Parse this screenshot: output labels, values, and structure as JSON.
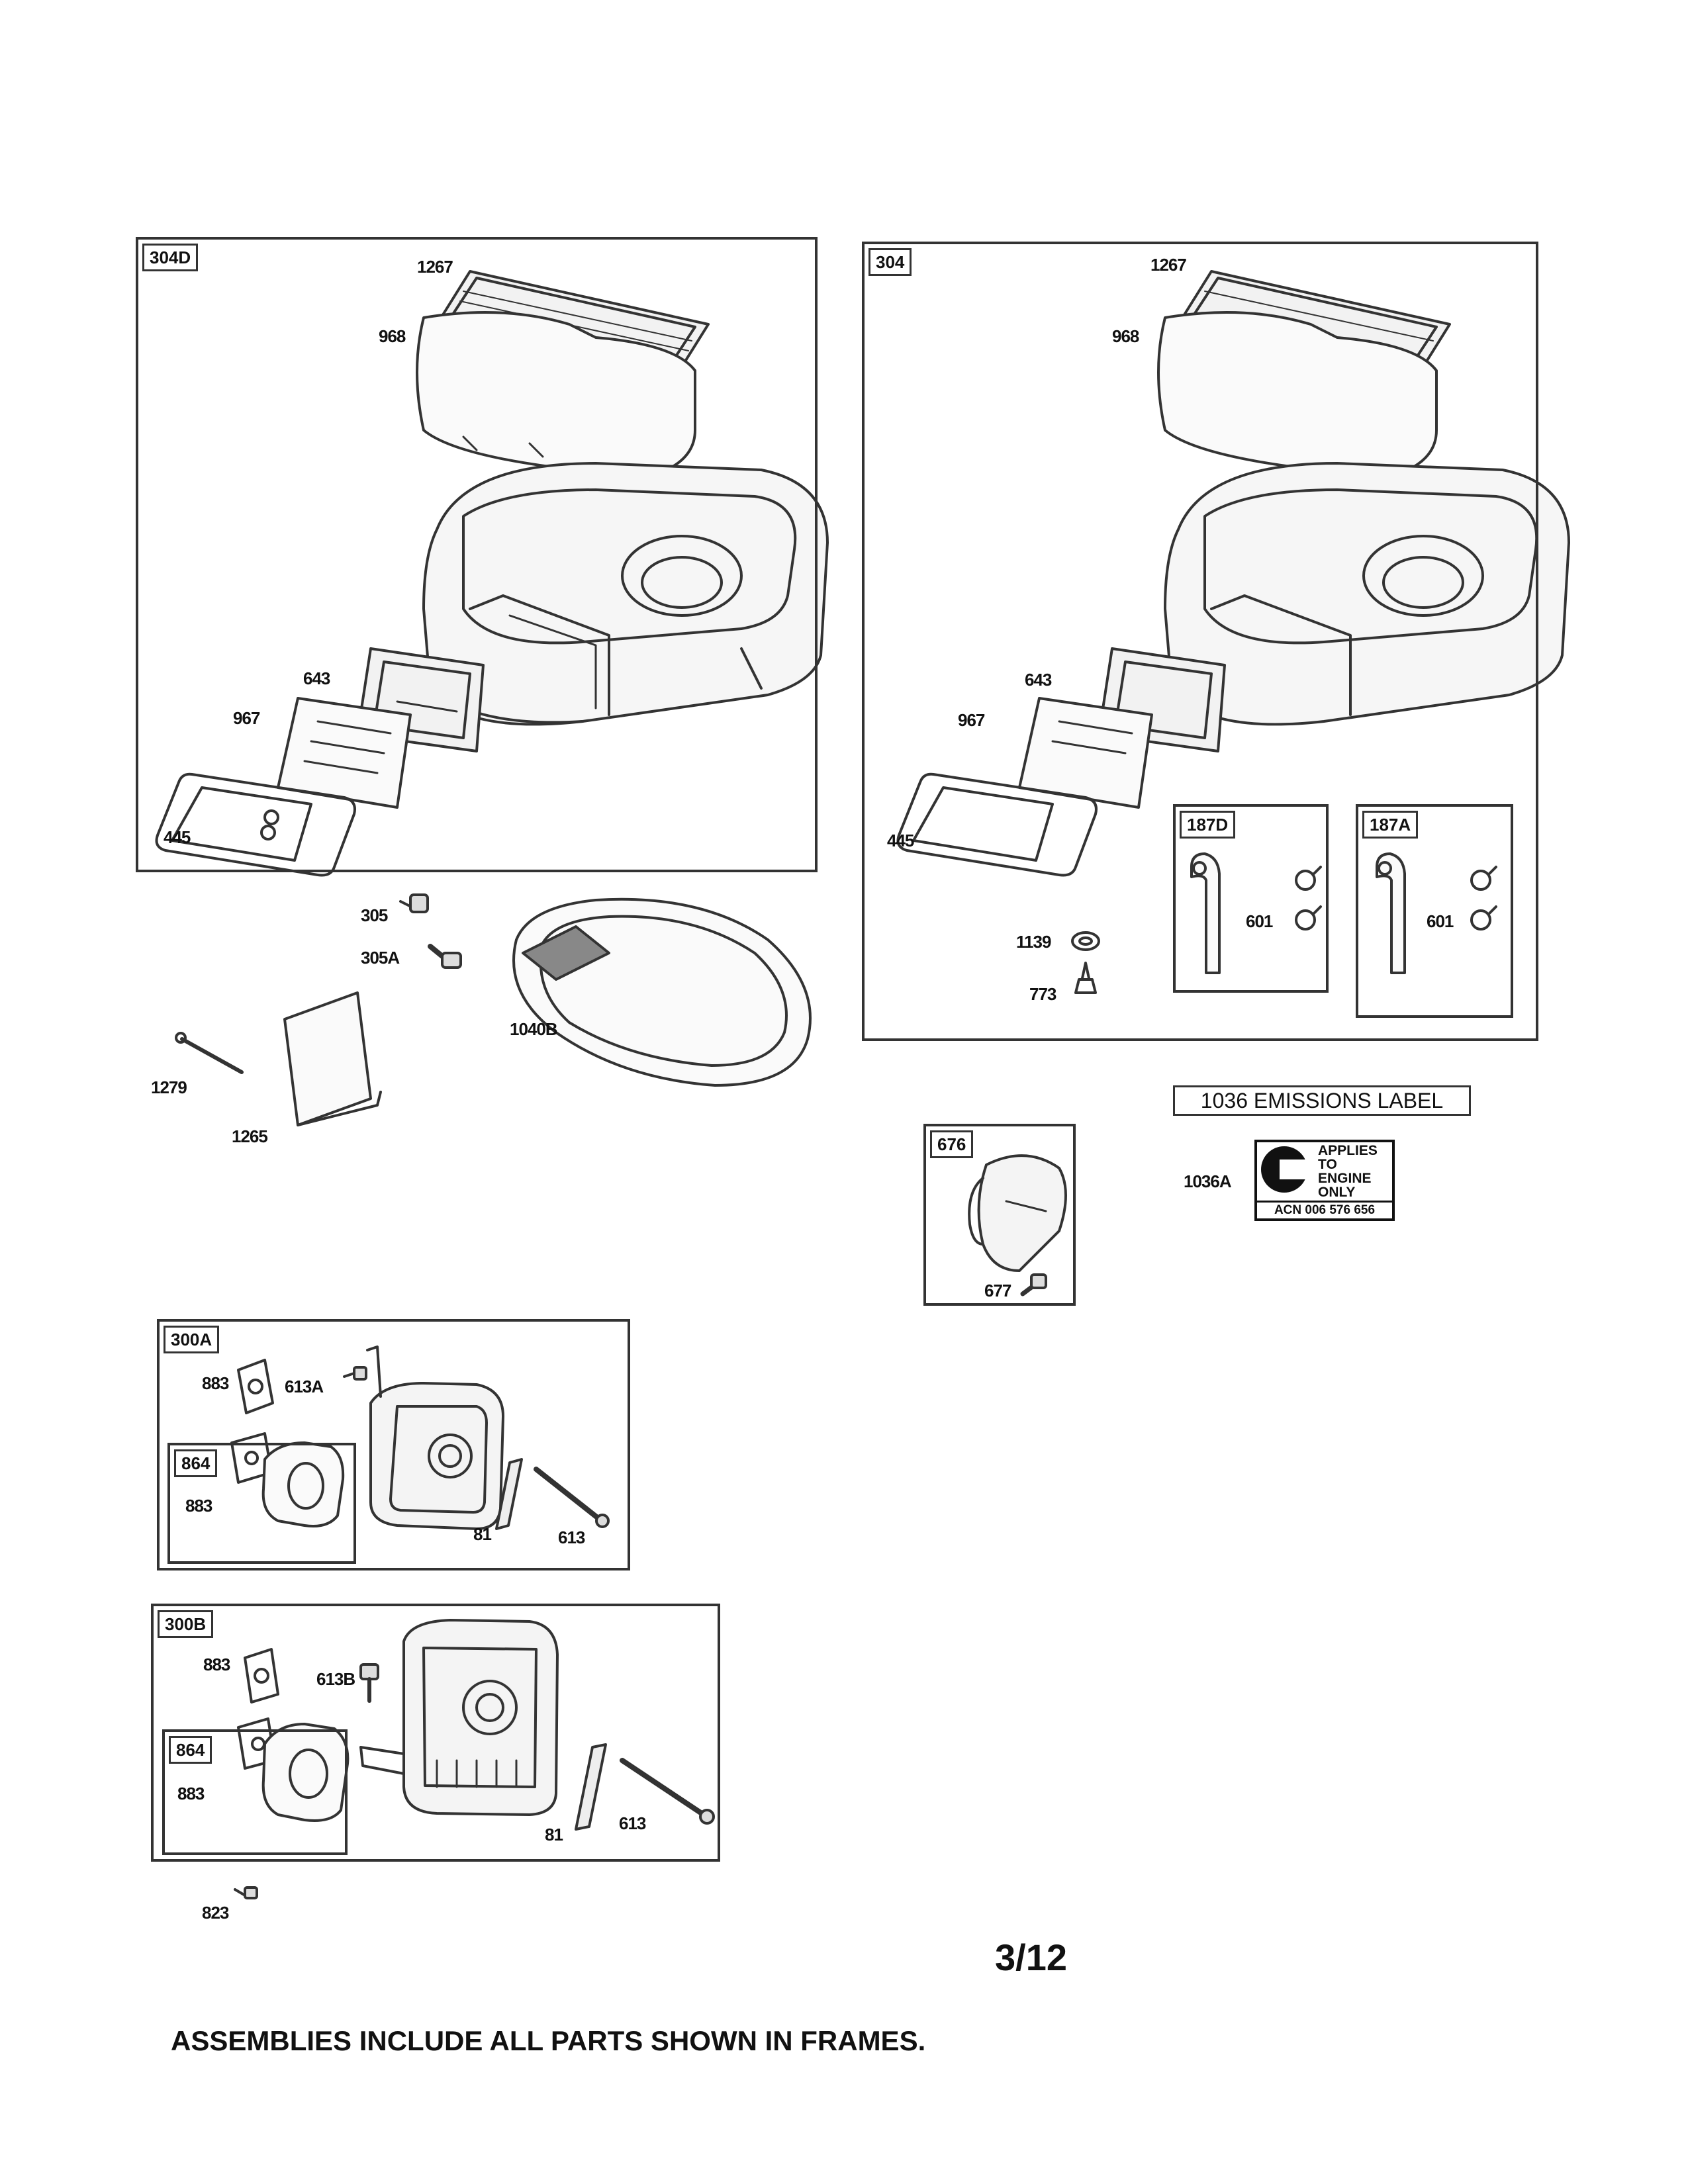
{
  "frames": {
    "f304D": "304D",
    "f304": "304",
    "f187D": "187D",
    "f187A": "187A",
    "f676": "676",
    "f300A": "300A",
    "f864a": "864",
    "f300B": "300B",
    "f864b": "864"
  },
  "labels": {
    "l1267a": "1267",
    "l968a": "968",
    "l643a": "643",
    "l967a": "967",
    "l445a": "445",
    "l1267b": "1267",
    "l968b": "968",
    "l643b": "643",
    "l967b": "967",
    "l445b": "445",
    "l601a": "601",
    "l601b": "601",
    "l1139": "1139",
    "l773": "773",
    "l305": "305",
    "l305A": "305A",
    "l1040B": "1040B",
    "l1279": "1279",
    "l1265": "1265",
    "l1036A": "1036A",
    "l677": "677",
    "l883a": "883",
    "l613A": "613A",
    "l883b": "883",
    "l81a": "81",
    "l613a": "613",
    "l883c": "883",
    "l613B": "613B",
    "l883d": "883",
    "l81b": "81",
    "l613b": "613",
    "l823": "823"
  },
  "emissions": {
    "title": "1036 EMISSIONS LABEL",
    "badge_line1": "APPLIES",
    "badge_line2": "TO",
    "badge_line3": "ENGINE",
    "badge_line4": "ONLY",
    "badge_acn": "ACN 006 576 656"
  },
  "page_number": "3/12",
  "footer": "ASSEMBLIES INCLUDE ALL PARTS SHOWN IN FRAMES."
}
